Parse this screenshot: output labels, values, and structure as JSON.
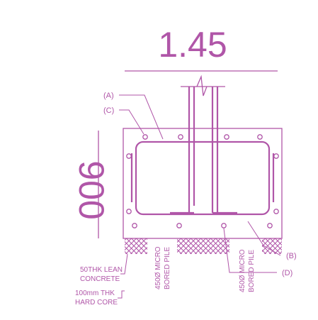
{
  "drawing": {
    "colors": {
      "line": "#b056a8",
      "background": "#ffffff",
      "hatch": "#b056a8"
    },
    "dimension_width": "1.45",
    "dimension_height": "900",
    "callouts": {
      "a": "(A)",
      "c": "(C)",
      "b": "(B)",
      "d": "(D)"
    },
    "notes": {
      "lean_concrete_1": "50THK LEAN",
      "lean_concrete_2": "CONCRETE",
      "hard_core_1": "100mm THK",
      "hard_core_2": "HARD CORE",
      "pile_left_1": "450Ø MICRO",
      "pile_left_2": "BORED PILE",
      "pile_right_1": "450Ø MICRO",
      "pile_right_2": "BORED PILE"
    }
  }
}
